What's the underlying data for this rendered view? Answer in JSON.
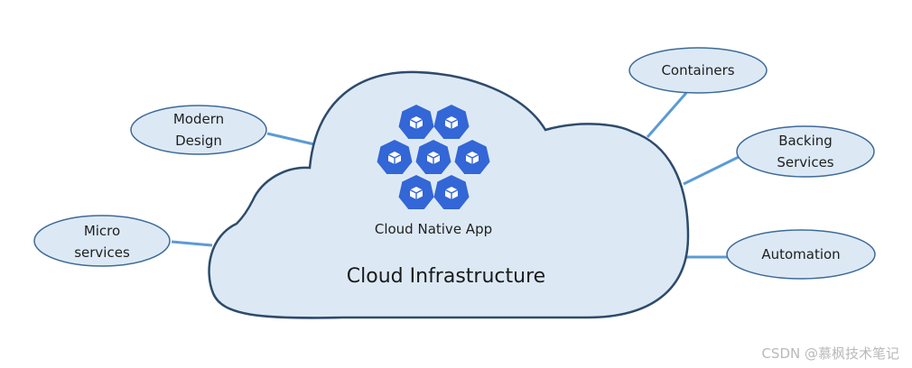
{
  "diagram": {
    "infrastructure_label": "Cloud Infrastructure",
    "app_label": "Cloud Native App",
    "hexagon_count": 7,
    "nodes": [
      {
        "id": "modern-design",
        "lines": [
          "Modern",
          "Design"
        ]
      },
      {
        "id": "micro-services",
        "lines": [
          "Micro",
          "services"
        ]
      },
      {
        "id": "containers",
        "lines": [
          "Containers"
        ]
      },
      {
        "id": "backing-services",
        "lines": [
          "Backing",
          "Services"
        ]
      },
      {
        "id": "automation",
        "lines": [
          "Automation"
        ]
      }
    ]
  },
  "watermark": "CSDN @慕枫技术笔记",
  "colors": {
    "cloud_fill": "#dce9f5",
    "cloud_stroke": "#2e4b6b",
    "ellipse_fill": "#dce9f5",
    "ellipse_stroke": "#3d6a98",
    "connector": "#5b9bd5",
    "hexagon": "#3366d6",
    "watermark": "#b9b9b9"
  }
}
